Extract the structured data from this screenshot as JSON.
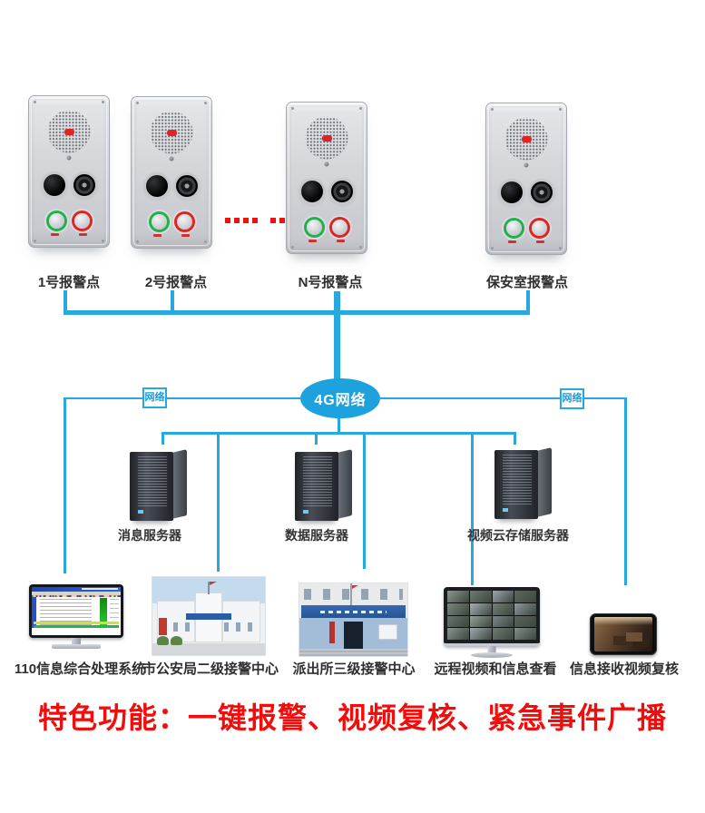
{
  "palette": {
    "line_blue": "#27a8e0",
    "hub_blue": "#1ea2dd",
    "accent_red": "#f20d0d",
    "label_dark": "#2f2f2f"
  },
  "devices": {
    "items": [
      {
        "label": "1号报警点"
      },
      {
        "label": "2号报警点"
      },
      {
        "label": "N号报警点"
      },
      {
        "label": "保安室报警点"
      }
    ],
    "ellipsis": {
      "groups": [
        4,
        2
      ],
      "color": "#ef1010"
    }
  },
  "network": {
    "hub_label": "4G网络",
    "left_tag": "网络",
    "right_tag": "网络"
  },
  "servers": {
    "items": [
      {
        "label": "消息服务器"
      },
      {
        "label": "数据服务器"
      },
      {
        "label": "视频云存储服务器"
      }
    ]
  },
  "endpoints": {
    "items": [
      {
        "label": "110信息综合处理系统",
        "kind": "dispatch-software-monitor"
      },
      {
        "label": "市公安局二级接警中心",
        "kind": "city-police-building-photo"
      },
      {
        "label": "派出所三级接警中心",
        "kind": "police-station-building-photo"
      },
      {
        "label": "远程视频和信息查看",
        "kind": "cctv-wall-monitor"
      },
      {
        "label": "信息接收视频复核",
        "kind": "tablet-review-device"
      }
    ]
  },
  "footer": {
    "headline": "特色功能：一键报警、视频复核、紧急事件广播"
  },
  "cctv_tints": [
    "#8a9a8c",
    "#6b7d6e",
    "#9aa7b0",
    "#5d6a5f",
    "#7c8a7e",
    "#a5aeb4",
    "#717f73",
    "#8d9a9e",
    "#66756a",
    "#95a29a",
    "#7a868d",
    "#5a675d",
    "#88958d",
    "#9fa9ae",
    "#6e7b70",
    "#828f86"
  ]
}
